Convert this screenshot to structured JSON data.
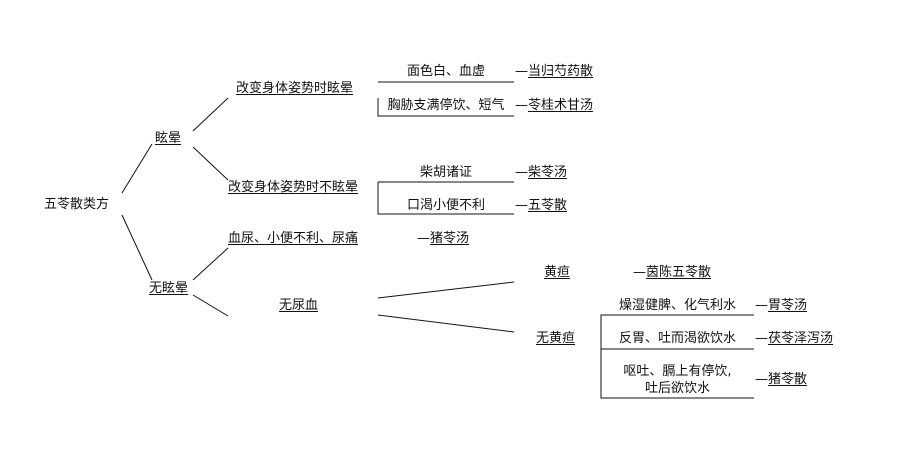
{
  "root": "五苓散类方",
  "dizzy": {
    "label": "眩晕",
    "posture_dizzy": {
      "label": "改变身体姿势时眩晕",
      "items": [
        {
          "symptom": "面色白、血虚",
          "formula": "当归芍药散"
        },
        {
          "symptom": "胸胁支满停饮、短气",
          "formula": "苓桂术甘汤"
        }
      ]
    },
    "posture_not_dizzy": {
      "label": "改变身体姿势时不眩晕",
      "items": [
        {
          "symptom": "柴胡诸证",
          "formula": "柴苓汤"
        },
        {
          "symptom": "口渴小便不利",
          "formula": "五苓散"
        }
      ]
    }
  },
  "not_dizzy": {
    "label": "无眩晕",
    "hematuria": {
      "label": "血尿、小便不利、尿痛",
      "formula": "猪苓汤"
    },
    "no_hematuria": {
      "label": "无尿血",
      "jaundice": {
        "label": "黄疸",
        "formula": "茵陈五苓散"
      },
      "no_jaundice": {
        "label": "无黄疸",
        "items": [
          {
            "symptom": "燥湿健脾、化气利水",
            "formula": "胃苓汤"
          },
          {
            "symptom": "反胃、吐而渴欲饮水",
            "formula": "茯苓泽泻汤"
          },
          {
            "symptom_line1": "呕吐、膈上有停饮,",
            "symptom_line2": "吐后欲饮水",
            "formula": "猪苓散"
          }
        ]
      }
    }
  },
  "dash": "—"
}
